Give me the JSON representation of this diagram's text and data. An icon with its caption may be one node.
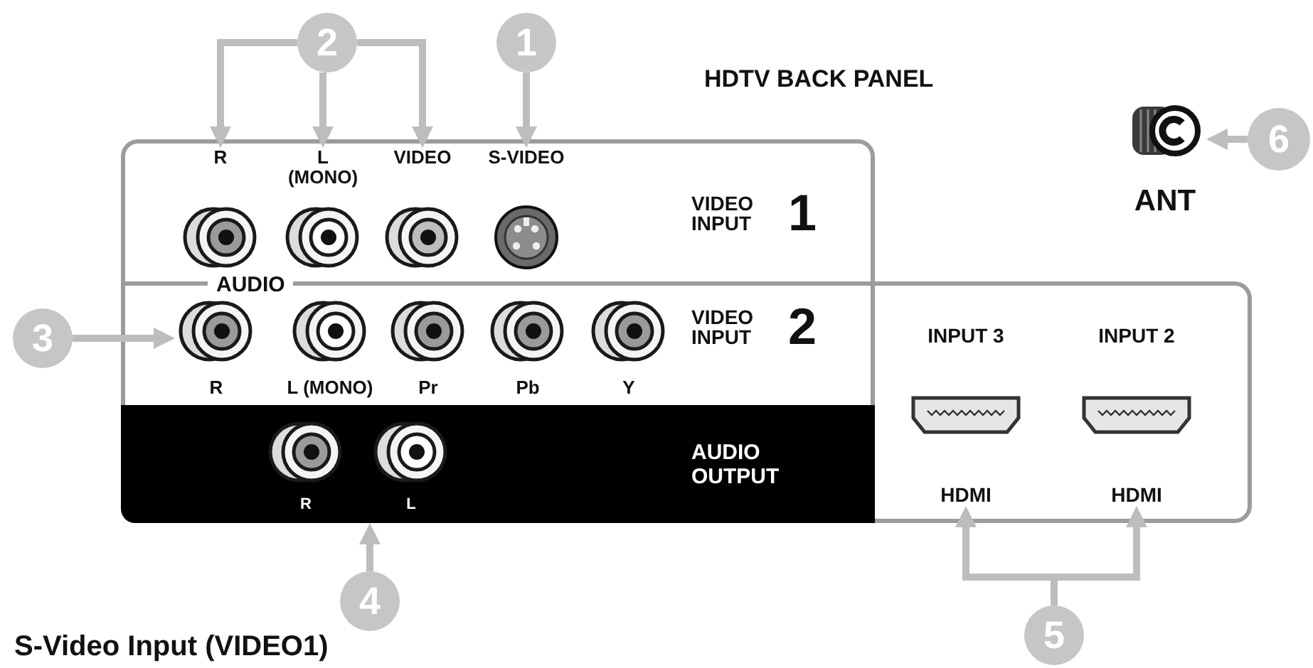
{
  "diagram": {
    "title": "HDTV BACK PANEL",
    "nodes": [
      {
        "text": [
          "2"
        ]
      },
      {
        "text": [
          "1"
        ]
      },
      {
        "text": [
          "VIDEO INPUT 1"
        ]
      },
      {
        "text": [
          "R"
        ],
        "in": 2
      },
      {
        "text": [
          "L (MONO)"
        ],
        "in": 2
      },
      {
        "text": [
          "VIDEO"
        ],
        "in": 2
      },
      {
        "text": [
          "S-VIDEO"
        ],
        "in": 2
      },
      {
        "text": [
          "ANT"
        ]
      },
      {
        "text": [
          "6"
        ]
      },
      {
        "text": [
          "3"
        ]
      },
      {
        "text": [
          "VIDEO INPUT 2"
        ]
      },
      {
        "text": [
          "R"
        ],
        "in": 10
      },
      {
        "text": [
          "L (MONO)"
        ],
        "in": 10
      },
      {
        "text": [
          "Pr"
        ],
        "in": 10
      },
      {
        "text": [
          "Pb"
        ],
        "in": 10
      },
      {
        "text": [
          "Y"
        ],
        "in": 10
      },
      {
        "text": [],
        "shape": "box"
      },
      {
        "text": [
          "INPUT 3",
          "HDMI"
        ],
        "in": 16
      },
      {
        "text": [
          "INPUT 2",
          "HDMI"
        ],
        "in": 16
      },
      {
        "text": [
          "AUDIO OUTPUT"
        ]
      },
      {
        "text": [
          "R"
        ],
        "in": 19
      },
      {
        "text": [
          "L"
        ],
        "in": 19
      },
      {
        "text": [
          "4"
        ]
      },
      {
        "text": [
          "5"
        ]
      }
    ],
    "edges": [
      {
        "from": 0,
        "to": 3,
        "arrow": "to"
      },
      {
        "from": 0,
        "to": 4,
        "arrow": "to"
      },
      {
        "from": 0,
        "to": 5,
        "arrow": "to"
      },
      {
        "from": 1,
        "to": 6,
        "arrow": "to"
      },
      {
        "from": 8,
        "to": 7,
        "arrow": "to"
      },
      {
        "from": 9,
        "to": 11,
        "arrow": "to"
      },
      {
        "from": 22,
        "to": 19,
        "arrow": "to"
      },
      {
        "from": 23,
        "to": 17,
        "arrow": "to"
      },
      {
        "from": 23,
        "to": 18,
        "arrow": "to"
      }
    ],
    "labels": [
      "AUDIO",
      "S-Video Input (VIDEO1)"
    ]
  }
}
